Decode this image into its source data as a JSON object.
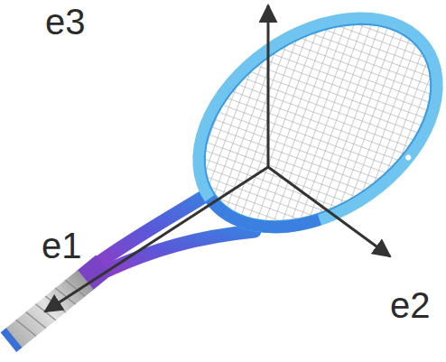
{
  "diagram": {
    "labels": [
      "e3",
      "e1",
      "e2"
    ]
  }
}
